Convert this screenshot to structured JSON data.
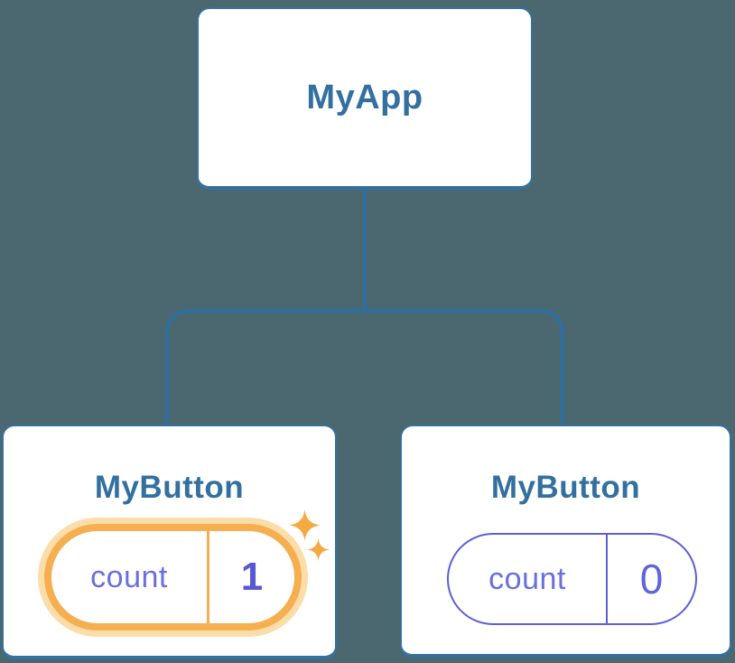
{
  "diagram": {
    "description": "component-tree-diagram",
    "root": {
      "label": "MyApp"
    },
    "children": [
      {
        "label": "MyButton",
        "state_key": "count",
        "state_value": "1",
        "highlighted": true,
        "icon": "sparkle-icon"
      },
      {
        "label": "MyButton",
        "state_key": "count",
        "state_value": "0",
        "highlighted": false
      }
    ]
  },
  "colors": {
    "background": "#4B6770",
    "connector": "#2F6F9F",
    "card_border": "#35719F",
    "card_text": "#33709F",
    "state_text": "#6A6FDE",
    "state_value_active": "#5659D2",
    "state_value_idle": "#5F64DB",
    "pill_idle_border": "#5B60D8",
    "highlight_orange": "#F5AE50",
    "highlight_glow": "#FBDDA9",
    "sparkle": "#F5A941"
  }
}
